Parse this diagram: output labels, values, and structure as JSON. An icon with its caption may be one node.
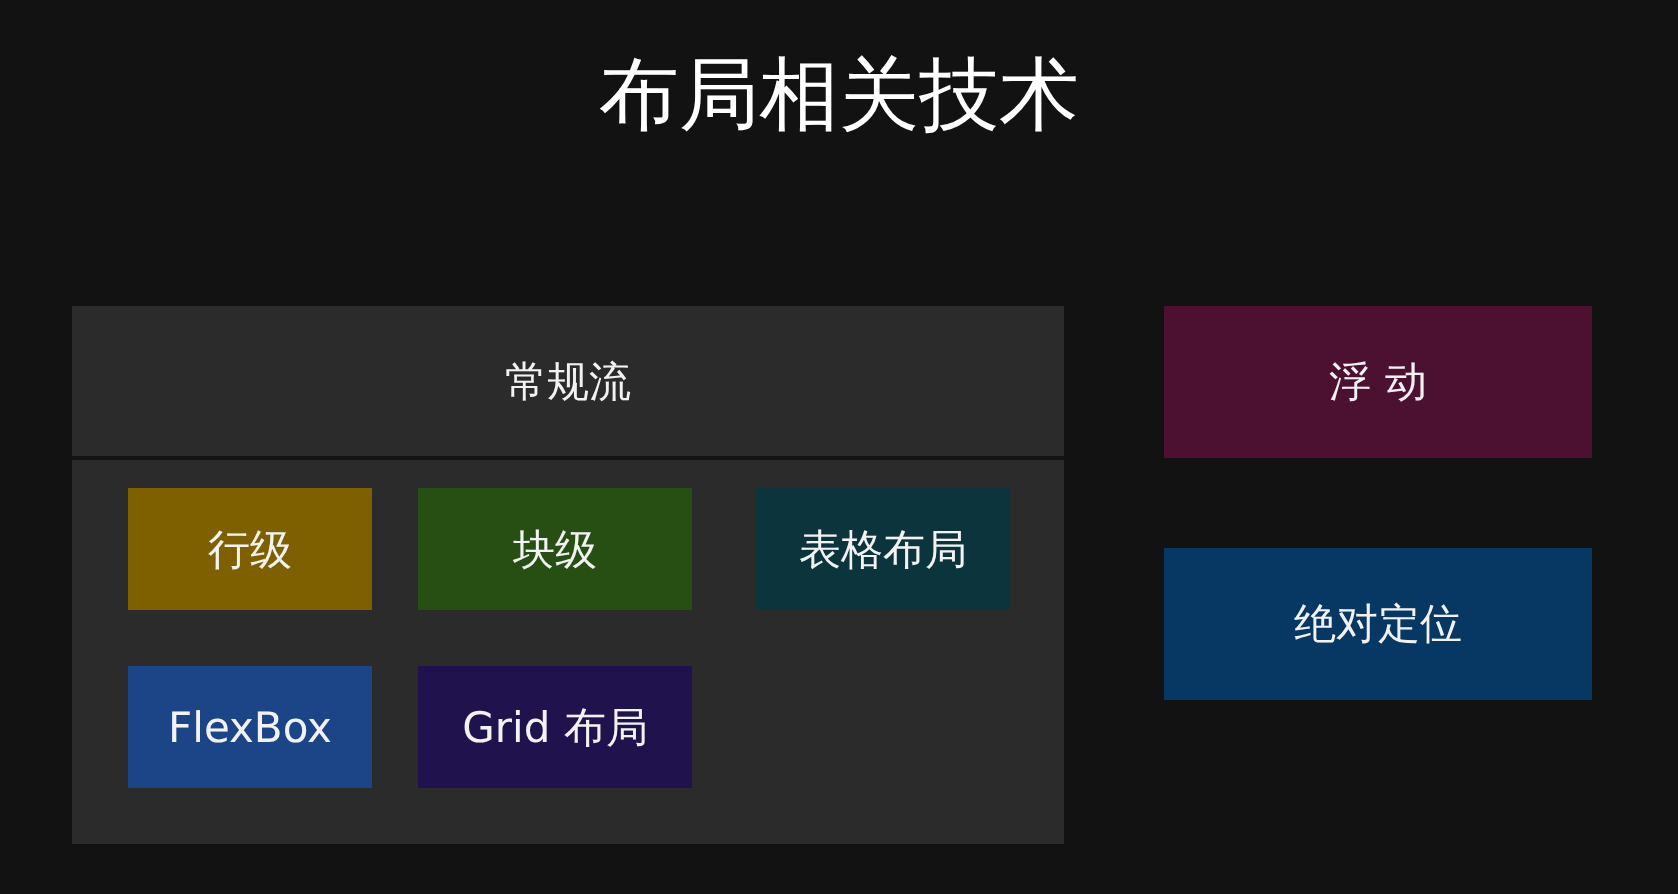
{
  "diagram": {
    "title": "布局相关技术",
    "nodes": [
      {
        "text": [
          "常规流"
        ]
      },
      {
        "text": [
          "行级"
        ],
        "in": 0
      },
      {
        "text": [
          "块级"
        ],
        "in": 0
      },
      {
        "text": [
          "表格布局"
        ],
        "in": 0
      },
      {
        "text": [
          "FlexBox"
        ],
        "in": 0
      },
      {
        "text": [
          "Grid 布局"
        ],
        "in": 0
      },
      {
        "text": [
          "浮 动"
        ]
      },
      {
        "text": [
          "绝对定位"
        ]
      }
    ]
  }
}
